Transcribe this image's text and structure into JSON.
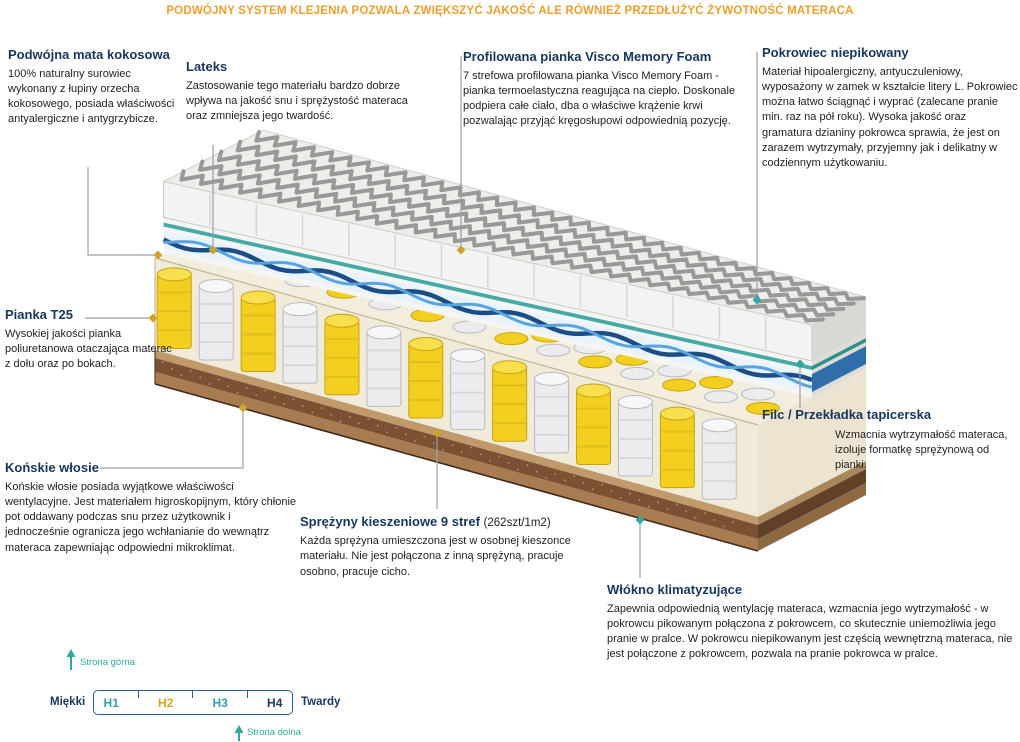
{
  "header": {
    "text": "PODWÓJNY SYSTEM KLEJENIA POZWALA ZWIĘKSZYĆ JAKOŚĆ ALE RÓWNIEŻ PRZEDŁUŻYĆ ŻYWOTNOŚĆ MATERACA"
  },
  "annotations": {
    "coconut": {
      "title": "Podwójna mata kokosowa",
      "body": "100% naturalny surowiec wykonany z łupiny orzecha kokosowego, posiada właściwości antyalergiczne i antygrzybicze."
    },
    "latex": {
      "title": "Lateks",
      "body": "Zastosowanie tego materiału bardzo dobrze wpływa na jakość snu i sprężystość materaca oraz zmniejsza jego twardość."
    },
    "visco": {
      "title": "Profilowana pianka Visco Memory Foam",
      "body": "7 strefowa profilowana pianka Visco Memory Foam - pianka termoelastyczna reagująca na ciepło. Doskonale podpiera całe ciało, dba o właściwe krążenie krwi pozwalając przyjąć kręgosłupowi odpowiednią pozycję."
    },
    "cover": {
      "title": "Pokrowiec niepikowany",
      "body": "Materiał hipoalergiczny, antyuczuleniowy, wyposażony w zamek w kształcie litery L. Pokrowiec można łatwo ściągnąć i wyprać (zalecane pranie min. raz na pół roku). Wysoka jakość oraz gramatura dzianiny pokrowca sprawia, że jest on zarazem wytrzymały, przyjemny jak i delikatny w codziennym użytkowaniu."
    },
    "t25": {
      "title": "Pianka T25",
      "body": "Wysokiej jakości pianka poliuretanowa otaczająca materac z dołu oraz po bokach."
    },
    "horsehair": {
      "title": "Końskie włosie",
      "body": "Końskie włosie posiada wyjątkowe właściwości wentylacyjne. Jest materiałem higroskopijnym, który chłonie pot oddawany podczas snu przez użytkownik i jednocześnie ogranicza jego wchłanianie do wewnątrz materaca zapewniając odpowiedni mikroklimat."
    },
    "springs": {
      "title": "Sprężyny kieszeniowe 9 stref",
      "suffix": "(262szt/1m2)",
      "body": "Każda sprężyna umieszczona jest w osobnej kieszonce materiału. Nie jest połączona z inną sprężyną, pracuje osobno, pracuje cicho."
    },
    "felt": {
      "title": "Filc / Przekładka tapicerska",
      "body": "Wzmacnia wytrzymałość materaca, izoluje formatkę sprężynową od pianki."
    },
    "climate": {
      "title": "Włókno klimatyzujące",
      "body": "Zapewnia odpowiednią wentylację materaca, wzmacnia jego wytrzymałość - w pokrowcu pikowanym połączona z pokrowcem, co skutecznie uniemożliwia jego pranie w pralce. W pokrowcu niepikowanym jest częścią wewnętrzną materaca, nie jest połączone z pokrowcem, pozwala na pranie pokrowca w pralce."
    }
  },
  "hardness_scale": {
    "top_side": "Strona górna",
    "bottom_side": "Strona dolna",
    "soft": "Miękki",
    "hard": "Twardy",
    "levels": [
      {
        "label": "H1",
        "color": "#2fa8a0"
      },
      {
        "label": "H2",
        "color": "#d9a520"
      },
      {
        "label": "H3",
        "color": "#3a9ab2"
      },
      {
        "label": "H4",
        "color": "#1f3864"
      }
    ]
  },
  "colors": {
    "header_orange": "#ec9f2d",
    "heading_navy": "#17365d",
    "body_text": "#1f1f1f",
    "connector_line": "#9aa0a6",
    "diamond_gold": "#cda42c",
    "diamond_teal": "#2fa8a0",
    "spring_yellow": "#f3d01f",
    "spring_white": "#ececee",
    "latex_wave_blue": "#1c4e85",
    "zigzag_foam_gray": "#8f8f8f",
    "coco_brown": "#7a5233"
  }
}
